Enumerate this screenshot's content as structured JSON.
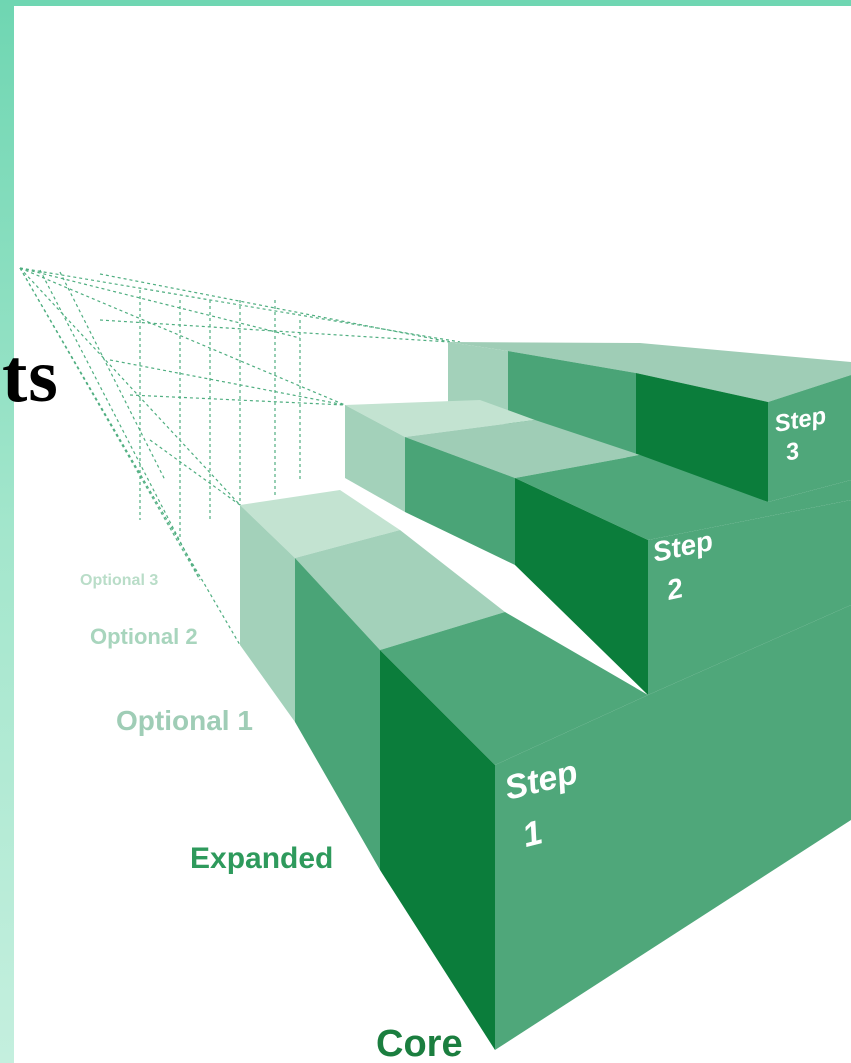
{
  "title_fragment": "ts",
  "tiers": [
    {
      "label": "Optional 3",
      "color": "#b9ddc8"
    },
    {
      "label": "Optional 2",
      "color": "#a8d5bd"
    },
    {
      "label": "Optional 1",
      "color": "#9fcdb6"
    },
    {
      "label": "Expanded",
      "color": "#2e9a5c"
    },
    {
      "label": "Core",
      "color": "#1b7e3f"
    }
  ],
  "steps": [
    {
      "word": "Step",
      "number": "1"
    },
    {
      "word": "Step",
      "number": "2"
    },
    {
      "word": "Step",
      "number": "3"
    }
  ],
  "colors": {
    "accent_bar": "#6fd6b2",
    "core_face": "#0b7d3b",
    "expanded_face": "#4aa477",
    "optional1_face": "#8cc5a8",
    "top_light": "#a5d4bb",
    "side_dark": "#127a3e"
  }
}
